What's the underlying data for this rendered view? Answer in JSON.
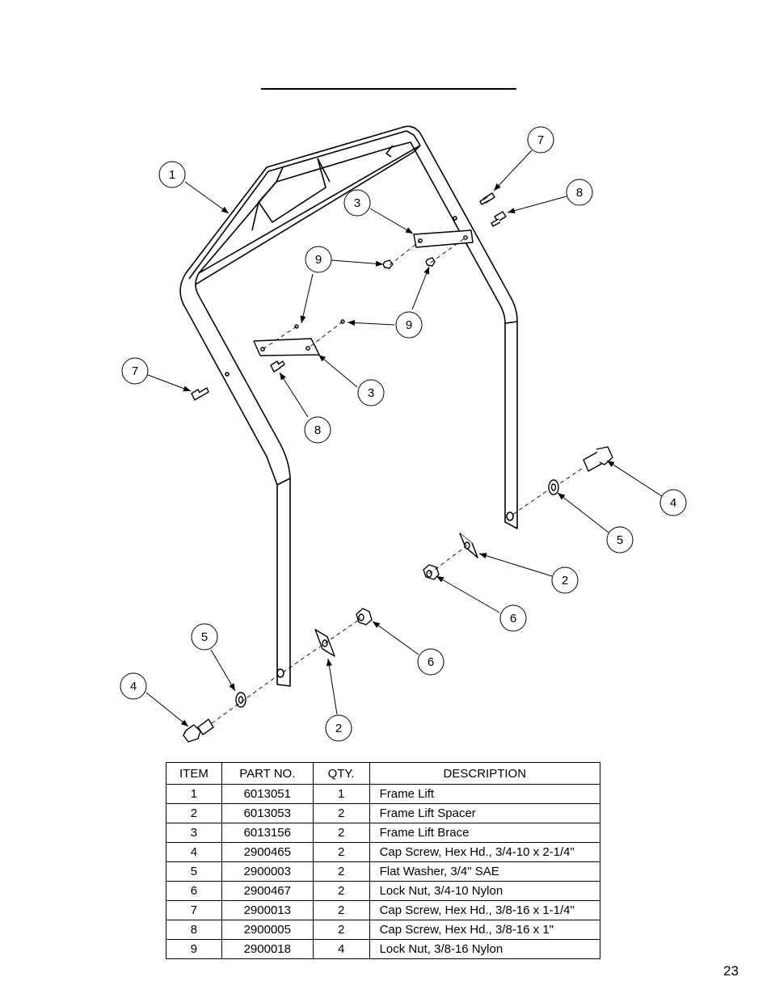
{
  "callouts": {
    "c1": "1",
    "c7a": "7",
    "c8a": "8",
    "c3a": "3",
    "c9a": "9",
    "c9b": "9",
    "c7b": "7",
    "c3b": "3",
    "c8b": "8",
    "c4a": "4",
    "c5a": "5",
    "c2a": "2",
    "c6a": "6",
    "c6b": "6",
    "c5b": "5",
    "c4b": "4",
    "c2b": "2"
  },
  "parts_table": {
    "headers": [
      "ITEM",
      "PART NO.",
      "QTY.",
      "DESCRIPTION"
    ],
    "rows": [
      [
        "1",
        "6013051",
        "1",
        "Frame Lift"
      ],
      [
        "2",
        "6013053",
        "2",
        "Frame Lift Spacer"
      ],
      [
        "3",
        "6013156",
        "2",
        "Frame Lift Brace"
      ],
      [
        "4",
        "2900465",
        "2",
        "Cap Screw, Hex Hd., 3/4-10 x 2-1/4\""
      ],
      [
        "5",
        "2900003",
        "2",
        "Flat Washer, 3/4\" SAE"
      ],
      [
        "6",
        "2900467",
        "2",
        "Lock Nut, 3/4-10 Nylon"
      ],
      [
        "7",
        "2900013",
        "2",
        "Cap Screw, Hex Hd., 3/8-16 x 1-1/4\""
      ],
      [
        "8",
        "2900005",
        "2",
        "Cap Screw, Hex Hd., 3/8-16 x 1\""
      ],
      [
        "9",
        "2900018",
        "4",
        "Lock Nut, 3/8-16 Nylon"
      ]
    ]
  },
  "page_number": "23"
}
